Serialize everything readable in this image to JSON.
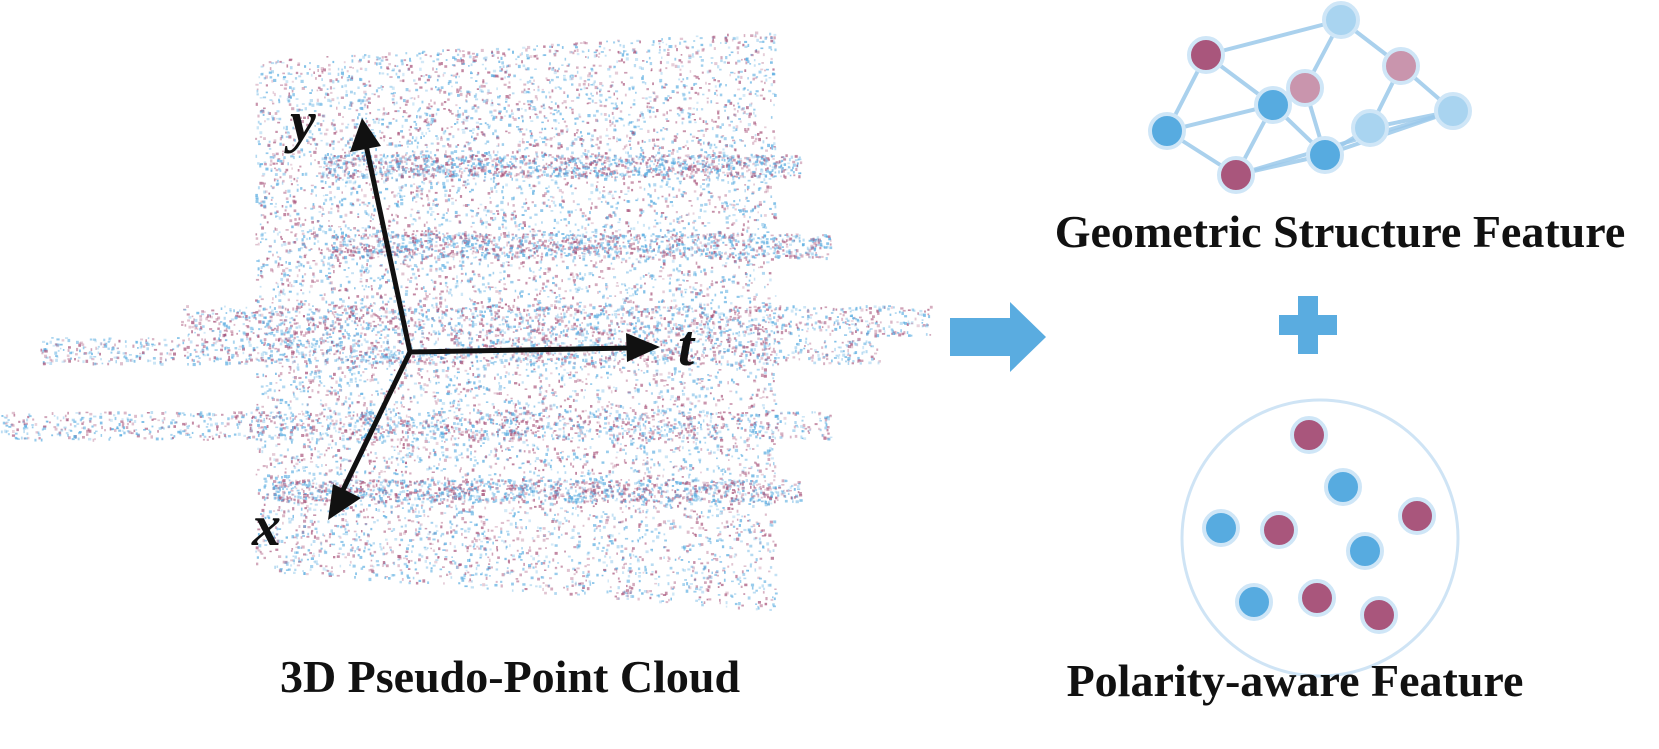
{
  "colors": {
    "blue": "#57abe0",
    "pink": "#a9567c",
    "light_blue": "#a9d4f0",
    "light_pink": "#c995ad",
    "edge": "#9cc9eb",
    "circle_border": "#cfe4f5",
    "arrow": "#5aace0",
    "axis": "#111111"
  },
  "captions": {
    "point_cloud": "3D Pseudo-Point Cloud",
    "geometric": "Geometric Structure Feature",
    "polarity": "Polarity-aware Feature"
  },
  "axes": {
    "x": "x",
    "y": "y",
    "t": "t"
  },
  "operators": {
    "plus": "+"
  }
}
